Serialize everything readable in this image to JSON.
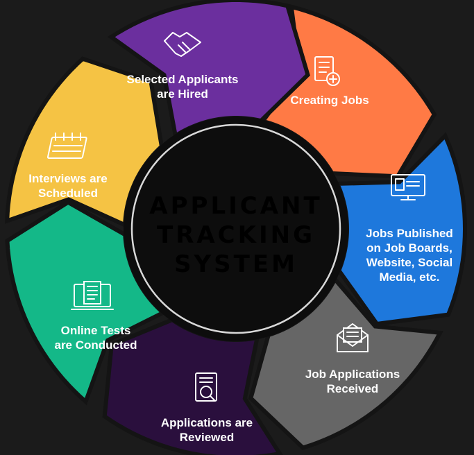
{
  "title": {
    "lines": [
      "APPLICANT",
      "TRACKING",
      "SYSTEM"
    ]
  },
  "colors": {
    "background": "#1b1b1b",
    "center": "#0d0d0d",
    "center_ring": "#d9d9d9"
  },
  "steps": [
    {
      "key": "creating-jobs",
      "lines": [
        "Creating Jobs"
      ],
      "color": "#ff7a45",
      "icon": "document-plus-icon"
    },
    {
      "key": "jobs-published",
      "lines": [
        "Jobs Published",
        "on Job Boards,",
        "Website, Social",
        "Media, etc."
      ],
      "color": "#1e78dc",
      "icon": "monitor-icon"
    },
    {
      "key": "applications-received",
      "lines": [
        "Job Applications",
        "Received"
      ],
      "color": "#666666",
      "icon": "envelope-icon"
    },
    {
      "key": "applications-reviewed",
      "lines": [
        "Applications are",
        "Reviewed"
      ],
      "color": "#2a0f3d",
      "icon": "magnifier-document-icon"
    },
    {
      "key": "online-tests",
      "lines": [
        "Online Tests",
        "are Conducted"
      ],
      "color": "#14b888",
      "icon": "laptop-document-icon"
    },
    {
      "key": "interviews-scheduled",
      "lines": [
        "Interviews are",
        "Scheduled"
      ],
      "color": "#f5c344",
      "icon": "calendar-icon"
    },
    {
      "key": "applicants-hired",
      "lines": [
        "Selected Applicants",
        "are Hired"
      ],
      "color": "#6b2f9e",
      "icon": "handshake-icon"
    }
  ]
}
